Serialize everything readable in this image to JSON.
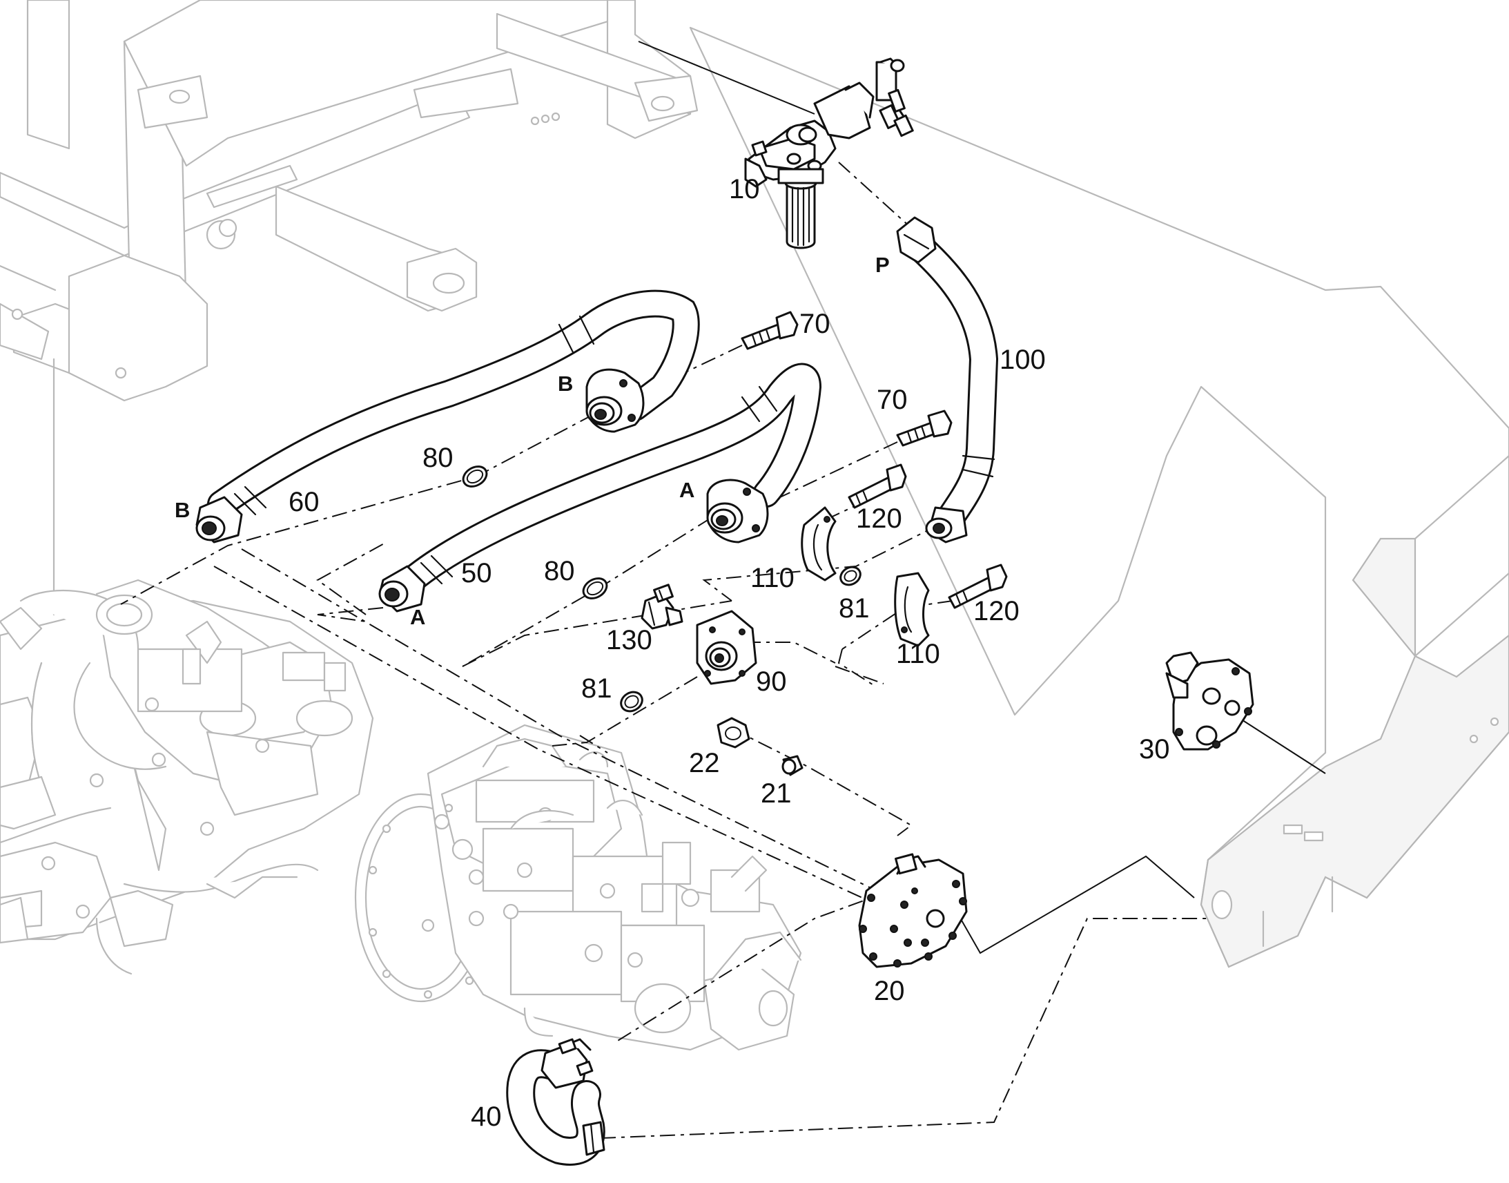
{
  "diagram": {
    "part_numbers": {
      "n10": "10",
      "n20": "20",
      "n21": "21",
      "n22": "22",
      "n30": "30",
      "n40": "40",
      "n50": "50",
      "n60": "60",
      "n70a": "70",
      "n70b": "70",
      "n80a": "80",
      "n80b": "80",
      "n81a": "81",
      "n81b": "81",
      "n90": "90",
      "n100": "100",
      "n110a": "110",
      "n110b": "110",
      "n120a": "120",
      "n120b": "120",
      "n130": "130"
    },
    "port_letters": {
      "p_top": "P",
      "a_flange": "A",
      "a_hose": "A",
      "b_flange": "B",
      "b_hose": "B"
    }
  }
}
